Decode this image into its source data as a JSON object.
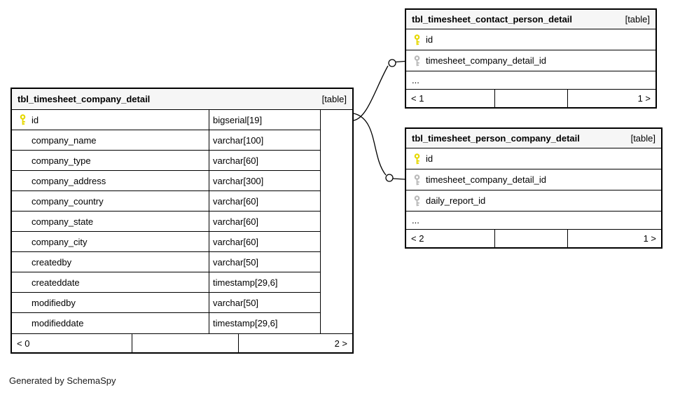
{
  "page": {
    "credit": "Generated by SchemaSpy"
  },
  "tables": [
    {
      "title": "tbl_timesheet_company_detail",
      "tag": "[table]",
      "columns": [
        {
          "name": "id",
          "type": "bigserial[19]",
          "key": "primary"
        },
        {
          "name": "company_name",
          "type": "varchar[100]",
          "key": ""
        },
        {
          "name": "company_type",
          "type": "varchar[60]",
          "key": ""
        },
        {
          "name": "company_address",
          "type": "varchar[300]",
          "key": ""
        },
        {
          "name": "company_country",
          "type": "varchar[60]",
          "key": ""
        },
        {
          "name": "company_state",
          "type": "varchar[60]",
          "key": ""
        },
        {
          "name": "company_city",
          "type": "varchar[60]",
          "key": ""
        },
        {
          "name": "createdby",
          "type": "varchar[50]",
          "key": ""
        },
        {
          "name": "createddate",
          "type": "timestamp[29,6]",
          "key": ""
        },
        {
          "name": "modifiedby",
          "type": "varchar[50]",
          "key": ""
        },
        {
          "name": "modifieddate",
          "type": "timestamp[29,6]",
          "key": ""
        }
      ],
      "pager": {
        "left": "< 0",
        "right": "2 >"
      }
    },
    {
      "title": "tbl_timesheet_contact_person_detail",
      "tag": "[table]",
      "columns": [
        {
          "name": "id",
          "key": "primary"
        },
        {
          "name": "timesheet_company_detail_id",
          "key": "foreign"
        }
      ],
      "ellipsis": "...",
      "pager": {
        "left": "< 1",
        "right": "1 >"
      }
    },
    {
      "title": "tbl_timesheet_person_company_detail",
      "tag": "[table]",
      "columns": [
        {
          "name": "id",
          "key": "primary"
        },
        {
          "name": "timesheet_company_detail_id",
          "key": "foreign"
        },
        {
          "name": "daily_report_id",
          "key": "foreign"
        }
      ],
      "ellipsis": "...",
      "pager": {
        "left": "< 2",
        "right": "1 >"
      }
    }
  ]
}
